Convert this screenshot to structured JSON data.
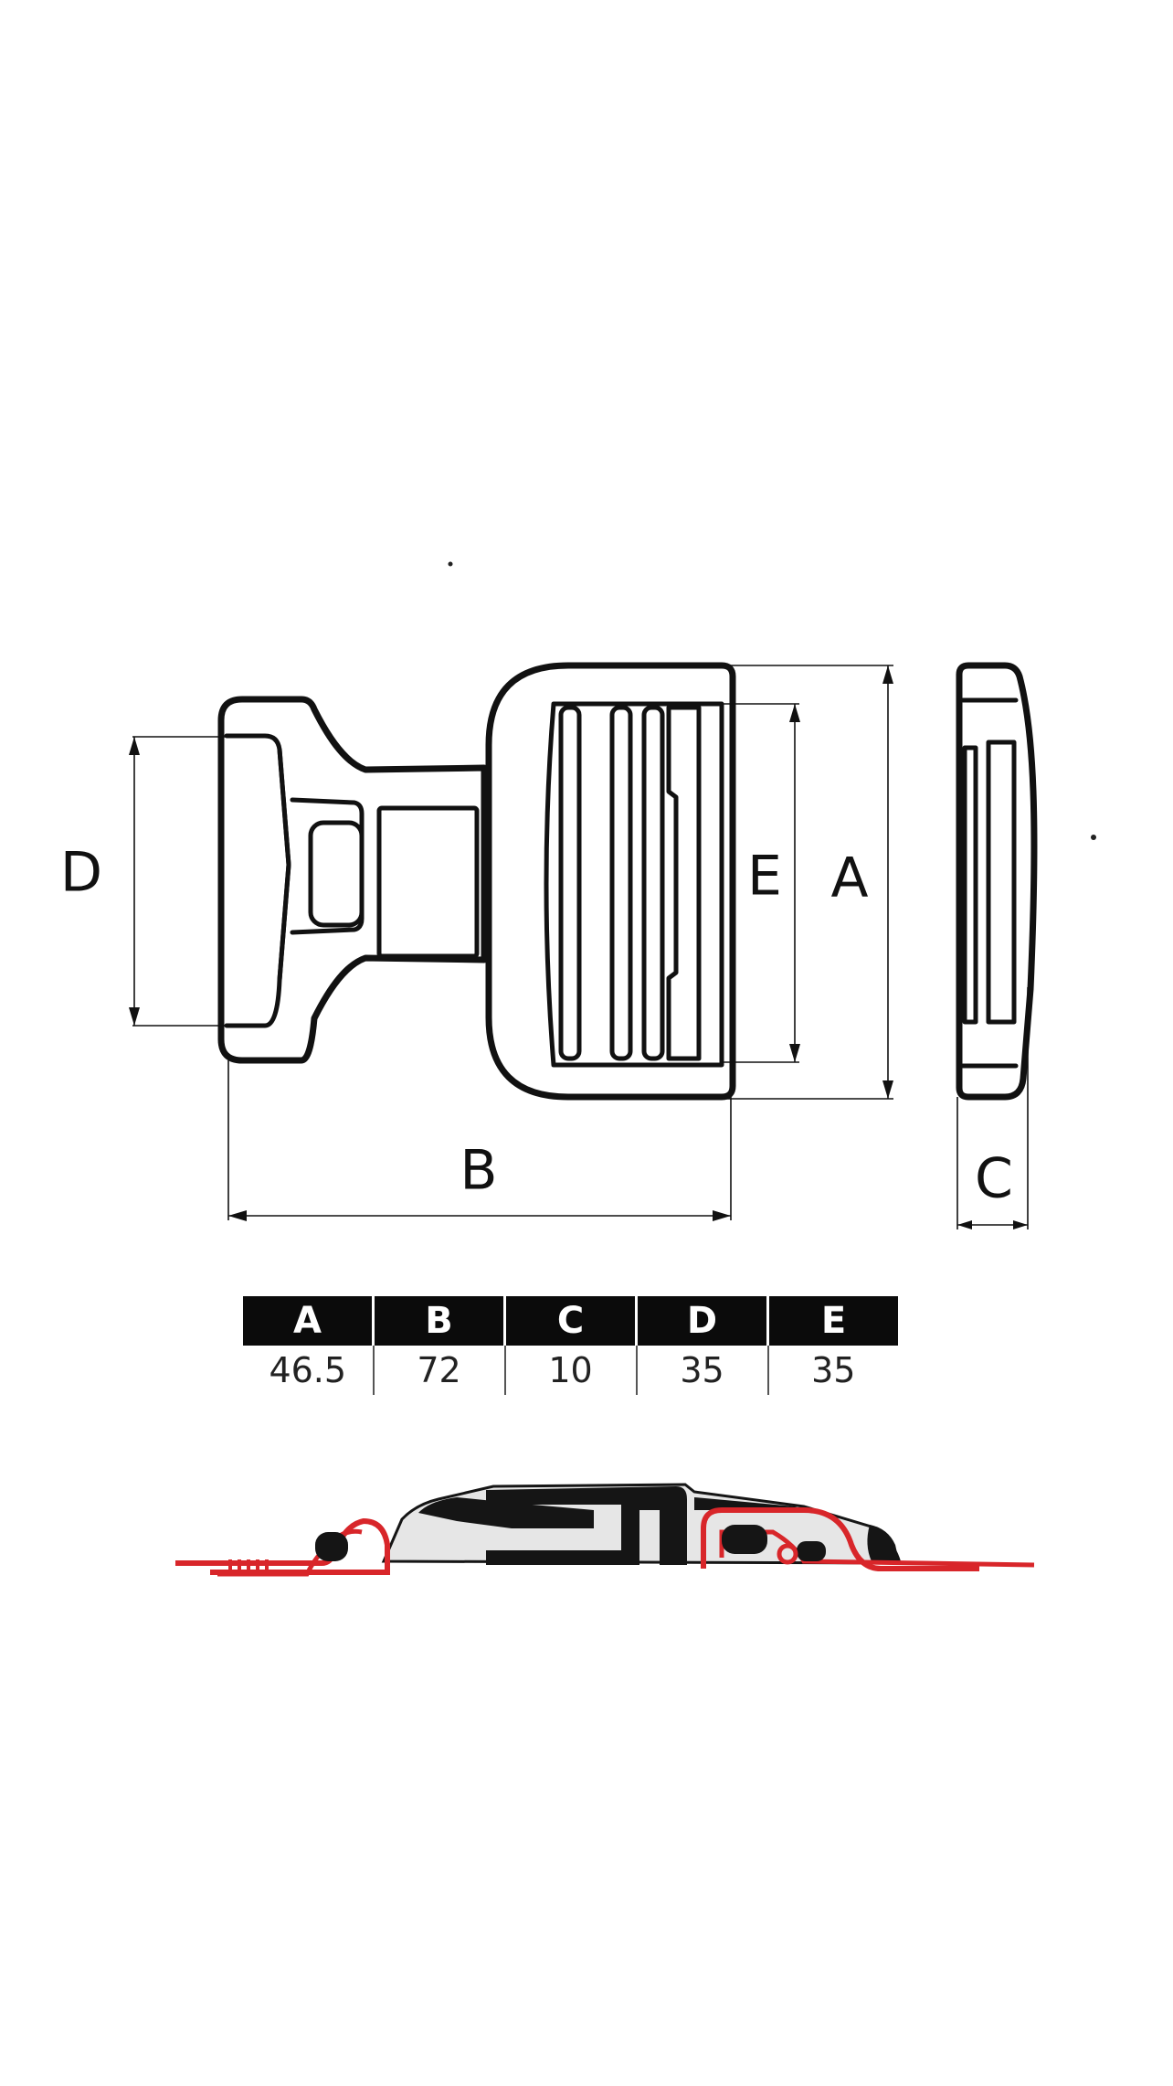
{
  "drawing": {
    "labels": {
      "a": "A",
      "b": "B",
      "c": "C",
      "d": "D",
      "e": "E"
    }
  },
  "dimensions_table": {
    "headers": [
      "A",
      "B",
      "C",
      "D",
      "E"
    ],
    "values": [
      "46.5",
      "72",
      "10",
      "35",
      "35"
    ],
    "colors": {
      "header_bg": "#0b0b0b",
      "header_text": "#ffffff"
    }
  },
  "section_view": {
    "colors": {
      "strap": "#d8262a",
      "body": "#151515",
      "fill": "#e6e6e6"
    }
  }
}
